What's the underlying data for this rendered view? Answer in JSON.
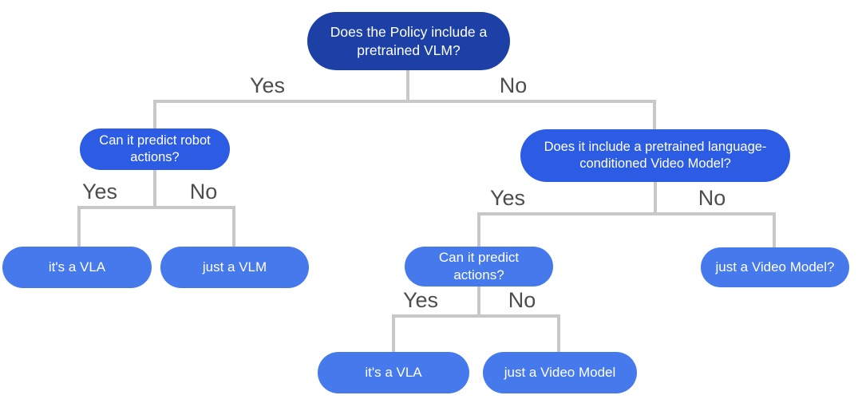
{
  "colors": {
    "root-fill": "#1c40a6",
    "question-fill": "#2c5ce4",
    "leaf-fill": "#4679ec",
    "connector": "#c8c8c8",
    "edge-label": "#4d4d4d",
    "node-text": "#ffffff",
    "background": "#ffffff"
  },
  "nodes": {
    "root": "Does the Policy include a pretrained VLM?",
    "robot": "Can it predict robot actions?",
    "video": "Does it include a pretrained language-conditioned Video Model?",
    "predict": "Can it predict actions?",
    "vla_left": "it's a VLA",
    "vlm": "just a VLM",
    "video_q": "just a Video Model?",
    "vla_bottom": "it's a VLA",
    "video_model": "just a Video Model"
  },
  "edges": {
    "root_yes": "Yes",
    "root_no": "No",
    "robot_yes": "Yes",
    "robot_no": "No",
    "video_yes": "Yes",
    "video_no": "No",
    "predict_yes": "Yes",
    "predict_no": "No"
  }
}
